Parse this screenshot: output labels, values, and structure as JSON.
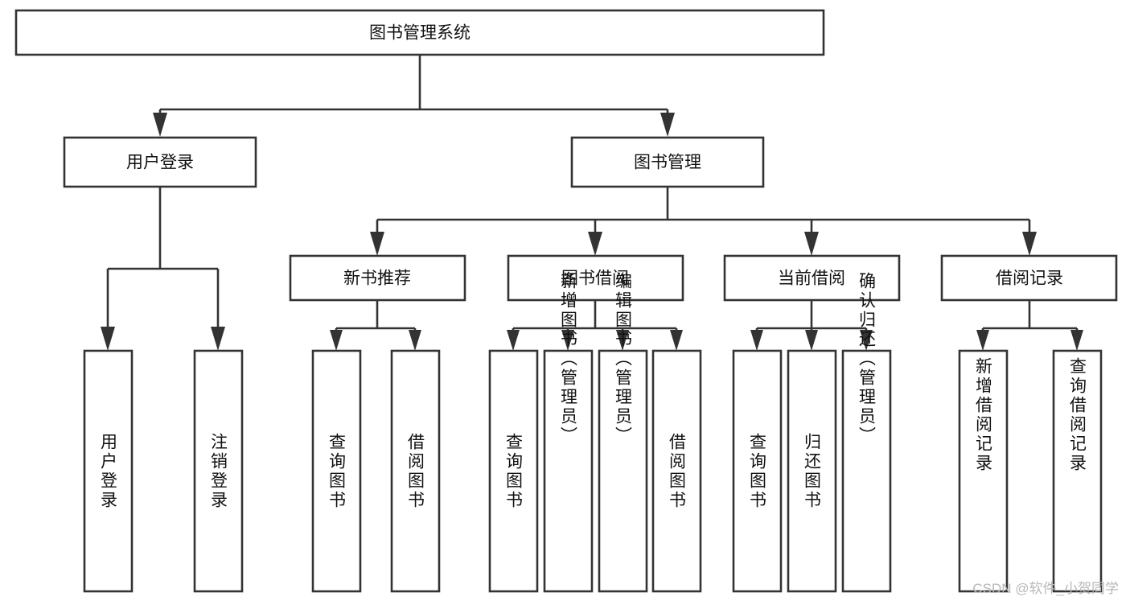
{
  "diagram": {
    "type": "tree",
    "title": "图书管理系统",
    "orientation": "top-down",
    "watermark": "CSDN @软件_小贺同学",
    "colors": {
      "background": "#ffffff",
      "node_fill": "#ffffff",
      "node_stroke": "#333333",
      "edge": "#333333",
      "text": "#111111",
      "watermark": "#b8b8b8"
    },
    "levels": {
      "root": {
        "label": "图书管理系统"
      },
      "level2": [
        {
          "id": "user-login",
          "label": "用户登录"
        },
        {
          "id": "book-management",
          "label": "图书管理"
        }
      ],
      "level3": [
        {
          "id": "new-book-recommend",
          "label": "新书推荐",
          "parent": "book-management"
        },
        {
          "id": "book-borrow",
          "label": "图书借阅",
          "parent": "book-management"
        },
        {
          "id": "current-borrow",
          "label": "当前借阅",
          "parent": "book-management"
        },
        {
          "id": "borrow-record",
          "label": "借阅记录",
          "parent": "book-management"
        }
      ],
      "leaves": [
        {
          "id": "leaf-user-login",
          "label": "用户登录",
          "parent": "user-login"
        },
        {
          "id": "leaf-logout-login",
          "label": "注销登录",
          "parent": "user-login"
        },
        {
          "id": "leaf-query-book-1",
          "label": "查询图书",
          "parent": "new-book-recommend"
        },
        {
          "id": "leaf-borrow-book-1",
          "label": "借阅图书",
          "parent": "new-book-recommend"
        },
        {
          "id": "leaf-query-book-2",
          "label": "查询图书",
          "parent": "book-borrow"
        },
        {
          "id": "leaf-add-book",
          "label": "新增图书（管理员）",
          "parent": "book-borrow"
        },
        {
          "id": "leaf-edit-book",
          "label": "编辑图书（管理员）",
          "parent": "book-borrow"
        },
        {
          "id": "leaf-borrow-book-2",
          "label": "借阅图书",
          "parent": "book-borrow"
        },
        {
          "id": "leaf-query-book-3",
          "label": "查询图书",
          "parent": "current-borrow"
        },
        {
          "id": "leaf-return-book",
          "label": "归还图书",
          "parent": "current-borrow"
        },
        {
          "id": "leaf-confirm-return",
          "label": "确认归还（管理员）",
          "parent": "current-borrow"
        },
        {
          "id": "leaf-add-borrow-record",
          "label": "新增借阅记录",
          "parent": "borrow-record"
        },
        {
          "id": "leaf-query-borrow-record",
          "label": "查询借阅记录",
          "parent": "borrow-record"
        }
      ]
    }
  }
}
